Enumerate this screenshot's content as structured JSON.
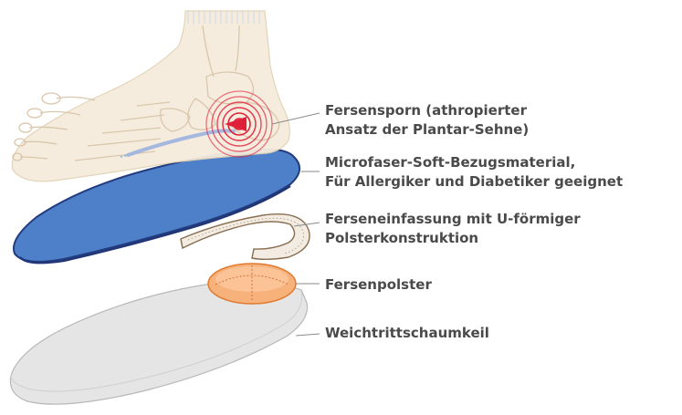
{
  "labels": {
    "heel_spur": {
      "line1": "Fersensporn (athropierter",
      "line2": "Ansatz der Plantar-Sehne)"
    },
    "top_cover": {
      "line1": "Microfaser-Soft-Bezugsmaterial,",
      "line2": "Für Allergiker und Diabetiker geeignet"
    },
    "heel_cup": {
      "line1": "Ferseneinfassung mit U-förmiger",
      "line2": "Polsterkonstruktion"
    },
    "heel_pad": {
      "line1": "Fersenpolster"
    },
    "foam_wedge": {
      "line1": "Weichtrittschaumkeil"
    }
  },
  "colors": {
    "label_text": "#4a4a4a",
    "leader_line": "#8a8a8a",
    "foot_fill": "#f6ecdd",
    "bone_stroke": "#d9c7ab",
    "top_cover": "#4d80c8",
    "top_cover_edge": "#233c80",
    "heel_cup": "#f2ece3",
    "heel_cup_edge": "#8a6e52",
    "heel_pad": "#f7b27c",
    "heel_pad_edge": "#e07a30",
    "foam_wedge": "#e5e5e5",
    "foam_wedge_edge": "#b8b8b8",
    "spur_rings": "#e0203a"
  }
}
